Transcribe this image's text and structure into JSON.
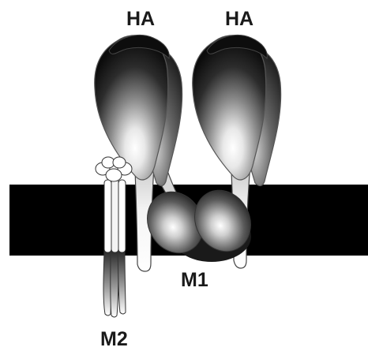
{
  "labels": {
    "ha_left": "HA",
    "ha_right": "HA",
    "m1": "M1",
    "m2": "M2"
  },
  "colors": {
    "membrane": "#000000",
    "background": "#ffffff",
    "protein_dark": "#111111",
    "protein_highlight": "#ffffff"
  }
}
